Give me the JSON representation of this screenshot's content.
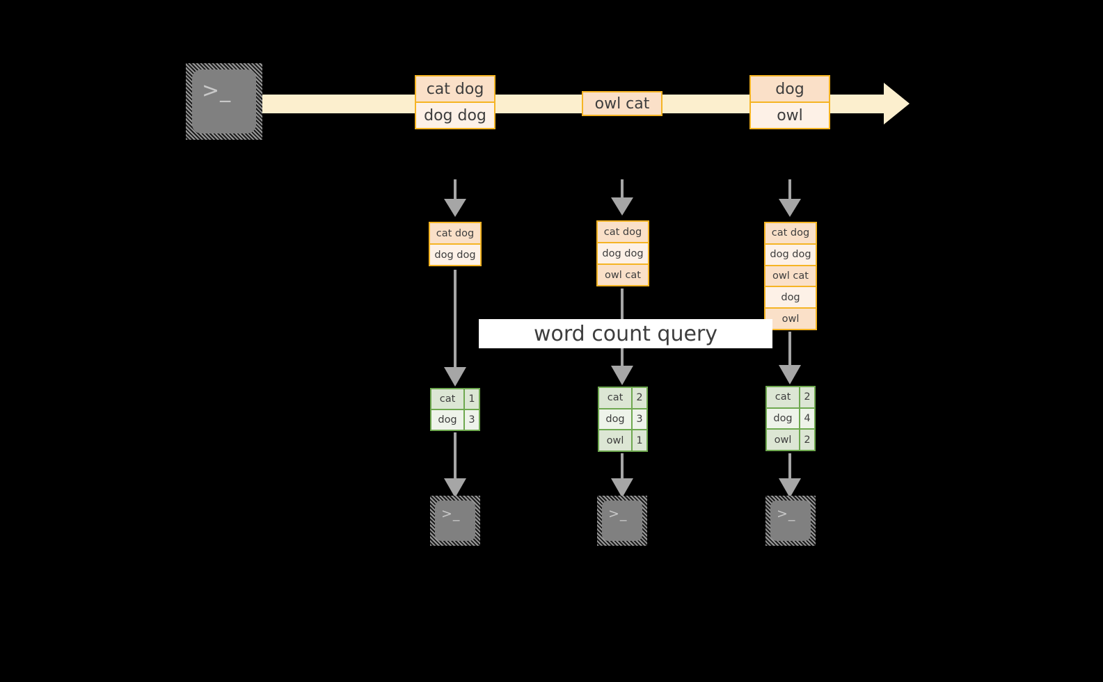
{
  "diagram": {
    "title_banner": "word count query",
    "colors": {
      "stream_band": "#FCEFCE",
      "box_border": "#F5B423",
      "cell_dark": "#FAE0C8",
      "cell_light": "#FDF1E7",
      "table_border": "#6EA84F",
      "row_dark": "#DCE6D4",
      "row_light": "#EEF3EA",
      "arrow_gray": "#A6A6A6",
      "terminal_fill": "#808080",
      "background": "#000000"
    },
    "source": {
      "icon": "terminal-icon",
      "prompt": ">_"
    },
    "stream": {
      "icon": "arrow-right-icon",
      "batches": [
        {
          "name": "batch-1",
          "lines": [
            {
              "text": "cat dog",
              "shade": "dark"
            },
            {
              "text": "dog dog",
              "shade": "light"
            }
          ]
        },
        {
          "name": "batch-2",
          "lines": [
            {
              "text": "owl cat",
              "shade": "dark"
            }
          ]
        },
        {
          "name": "batch-3",
          "lines": [
            {
              "text": "dog",
              "shade": "dark"
            },
            {
              "text": "owl",
              "shade": "light"
            }
          ]
        }
      ]
    },
    "snapshots": [
      {
        "name": "snapshot-1",
        "input_lines": [
          {
            "text": "cat dog",
            "shade": "dark"
          },
          {
            "text": "dog dog",
            "shade": "light"
          }
        ],
        "result_rows": [
          {
            "word": "cat",
            "count": "1",
            "shade": "dark"
          },
          {
            "word": "dog",
            "count": "3",
            "shade": "light"
          }
        ],
        "sink": {
          "icon": "terminal-icon",
          "prompt": ">_"
        }
      },
      {
        "name": "snapshot-2",
        "input_lines": [
          {
            "text": "cat dog",
            "shade": "dark"
          },
          {
            "text": "dog dog",
            "shade": "light"
          },
          {
            "text": "owl cat",
            "shade": "dark"
          }
        ],
        "result_rows": [
          {
            "word": "cat",
            "count": "2",
            "shade": "dark"
          },
          {
            "word": "dog",
            "count": "3",
            "shade": "light"
          },
          {
            "word": "owl",
            "count": "1",
            "shade": "dark"
          }
        ],
        "sink": {
          "icon": "terminal-icon",
          "prompt": ">_"
        }
      },
      {
        "name": "snapshot-3",
        "input_lines": [
          {
            "text": "cat dog",
            "shade": "dark"
          },
          {
            "text": "dog dog",
            "shade": "light"
          },
          {
            "text": "owl cat",
            "shade": "dark"
          },
          {
            "text": "dog",
            "shade": "light"
          },
          {
            "text": "owl",
            "shade": "dark"
          }
        ],
        "result_rows": [
          {
            "word": "cat",
            "count": "2",
            "shade": "dark"
          },
          {
            "word": "dog",
            "count": "4",
            "shade": "light"
          },
          {
            "word": "owl",
            "count": "2",
            "shade": "dark"
          }
        ],
        "sink": {
          "icon": "terminal-icon",
          "prompt": ">_"
        }
      }
    ]
  }
}
